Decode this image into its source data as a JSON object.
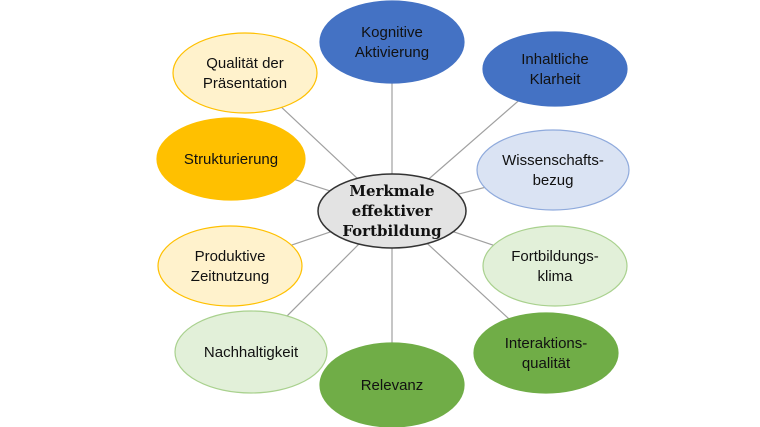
{
  "center": {
    "lines": [
      "Merkmale",
      "effektiver",
      "Fortbildung"
    ],
    "fill": "#E3E3E3",
    "stroke": "#333333"
  },
  "nodes": [
    {
      "id": "kognitive-aktivierung",
      "lines": [
        "Kognitive",
        "Aktivierung"
      ],
      "fill": "#4472C4",
      "stroke": "#4472C4"
    },
    {
      "id": "inhaltliche-klarheit",
      "lines": [
        "Inhaltliche",
        "Klarheit"
      ],
      "fill": "#4472C4",
      "stroke": "#4472C4"
    },
    {
      "id": "wissenschaftsbezug",
      "lines": [
        "Wissenschafts-",
        "bezug"
      ],
      "fill": "#DAE3F3",
      "stroke": "#8FAADC"
    },
    {
      "id": "fortbildungsklima",
      "lines": [
        "Fortbildungs-",
        "klima"
      ],
      "fill": "#E2F0D9",
      "stroke": "#A9D18E"
    },
    {
      "id": "interaktionsqualitaet",
      "lines": [
        "Interaktions-",
        "qualität"
      ],
      "fill": "#70AD47",
      "stroke": "#70AD47"
    },
    {
      "id": "relevanz",
      "lines": [
        "Relevanz"
      ],
      "fill": "#70AD47",
      "stroke": "#70AD47"
    },
    {
      "id": "nachhaltigkeit",
      "lines": [
        "Nachhaltigkeit"
      ],
      "fill": "#E2F0D9",
      "stroke": "#A9D18E"
    },
    {
      "id": "produktive-zeitnutzung",
      "lines": [
        "Produktive",
        "Zeitnutzung"
      ],
      "fill": "#FFF2CC",
      "stroke": "#FFC000"
    },
    {
      "id": "strukturierung",
      "lines": [
        "Strukturierung"
      ],
      "fill": "#FFC000",
      "stroke": "#FFC000"
    },
    {
      "id": "qualitaet-der-praesentation",
      "lines": [
        "Qualität der",
        "Präsentation"
      ],
      "fill": "#FFF2CC",
      "stroke": "#FFC000"
    }
  ],
  "connector_color": "#A0A0A0"
}
